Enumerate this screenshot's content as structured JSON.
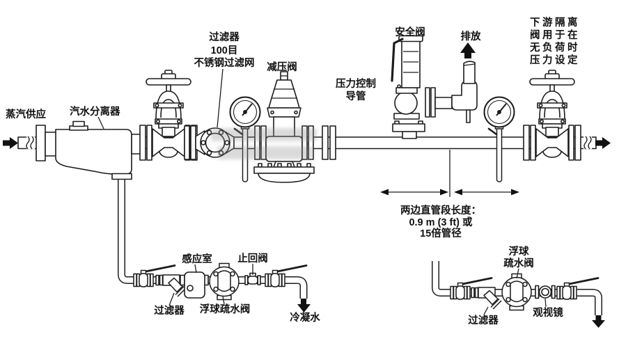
{
  "diagram": {
    "background": "#ffffff",
    "line_color": "#1c1c1c",
    "text_color": "#111111",
    "labels": {
      "steam_supply": "蒸汽供应",
      "separator": "汽水分离器",
      "strainer_top_1": "过滤器",
      "strainer_top_2": "100目",
      "strainer_top_3": "不锈钢过滤网",
      "prv": "减压阀",
      "control_pipe_1": "压力控制",
      "control_pipe_2": "导管",
      "safety_valve": "安全阀",
      "discharge": "排放",
      "downstream_1": "下游隔离",
      "downstream_2": "阀用于在",
      "downstream_3": "无负荷时",
      "downstream_4": "压力设定",
      "straight_len_1": "两边直管段长度：",
      "straight_len_2": "0.9 m (3 ft) 或",
      "straight_len_3": "15倍管径",
      "sensing_chamber": "感应室",
      "check_valve": "止回阀",
      "strainer_left": "过滤器",
      "float_trap_left": "浮球疏水阀",
      "condensate": "冷凝水",
      "float_trap_right_1": "浮球",
      "float_trap_right_2": "疏水阀",
      "sight_glass": "观视镜",
      "strainer_right": "过滤器"
    }
  }
}
